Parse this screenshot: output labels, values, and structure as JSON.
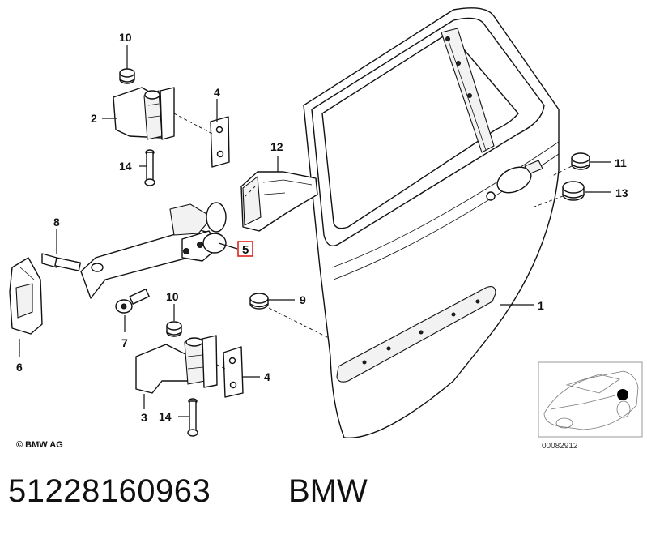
{
  "callouts": {
    "c1": "1",
    "c2": "2",
    "c3": "3",
    "c4a": "4",
    "c4b": "4",
    "c5": "5",
    "c6": "6",
    "c7": "7",
    "c8": "8",
    "c9": "9",
    "c10a": "10",
    "c10b": "10",
    "c11": "11",
    "c12": "12",
    "c13": "13",
    "c14a": "14",
    "c14b": "14"
  },
  "copyright": "© BMW AG",
  "image_code": "00082912",
  "highlight_color": "#e0201b",
  "footer": {
    "part_number": "51228160963",
    "brand": "BMW"
  }
}
